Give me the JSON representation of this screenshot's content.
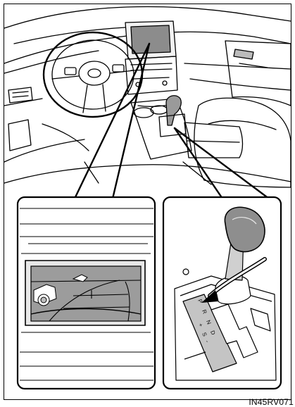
{
  "figure": {
    "code": "IN45RV071",
    "shift_gate": {
      "positions": [
        "P",
        "R",
        "N",
        "D",
        "S"
      ],
      "plus_label": "+",
      "minus_label": "-"
    }
  }
}
